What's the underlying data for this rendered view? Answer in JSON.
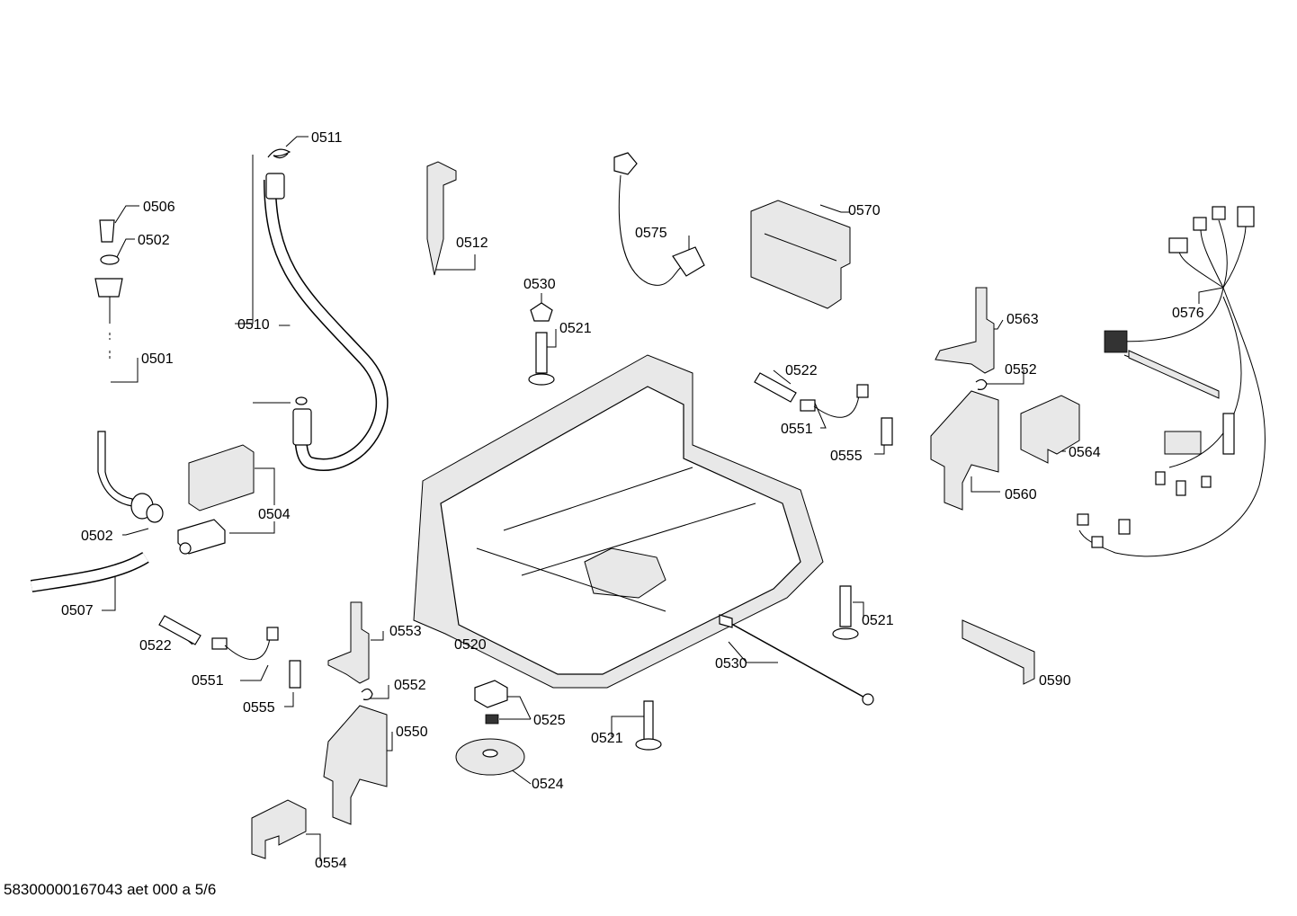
{
  "diagram": {
    "labels": {
      "l0511": "0511",
      "l0506": "0506",
      "l0502a": "0502",
      "l0501": "0501",
      "l0502b": "0502",
      "l0510": "0510",
      "l0504": "0504",
      "l0507": "0507",
      "l0512": "0512",
      "l0575": "0575",
      "l0570": "0570",
      "l0530a": "0530",
      "l0521a": "0521",
      "l0522a": "0522",
      "l0551a": "0551",
      "l0555a": "0555",
      "l0563": "0563",
      "l0552a": "0552",
      "l0564": "0564",
      "l0560": "0560",
      "l0576": "0576",
      "l0520": "0520",
      "l0522b": "0522",
      "l0551b": "0551",
      "l0555b": "0555",
      "l0553": "0553",
      "l0552b": "0552",
      "l0550": "0550",
      "l0525": "0525",
      "l0524": "0524",
      "l0521b": "0521",
      "l0530b": "0530",
      "l0521c": "0521",
      "l0590": "0590",
      "l0554": "0554"
    },
    "footer": "58300000167043 aet 000 a 5/6"
  }
}
